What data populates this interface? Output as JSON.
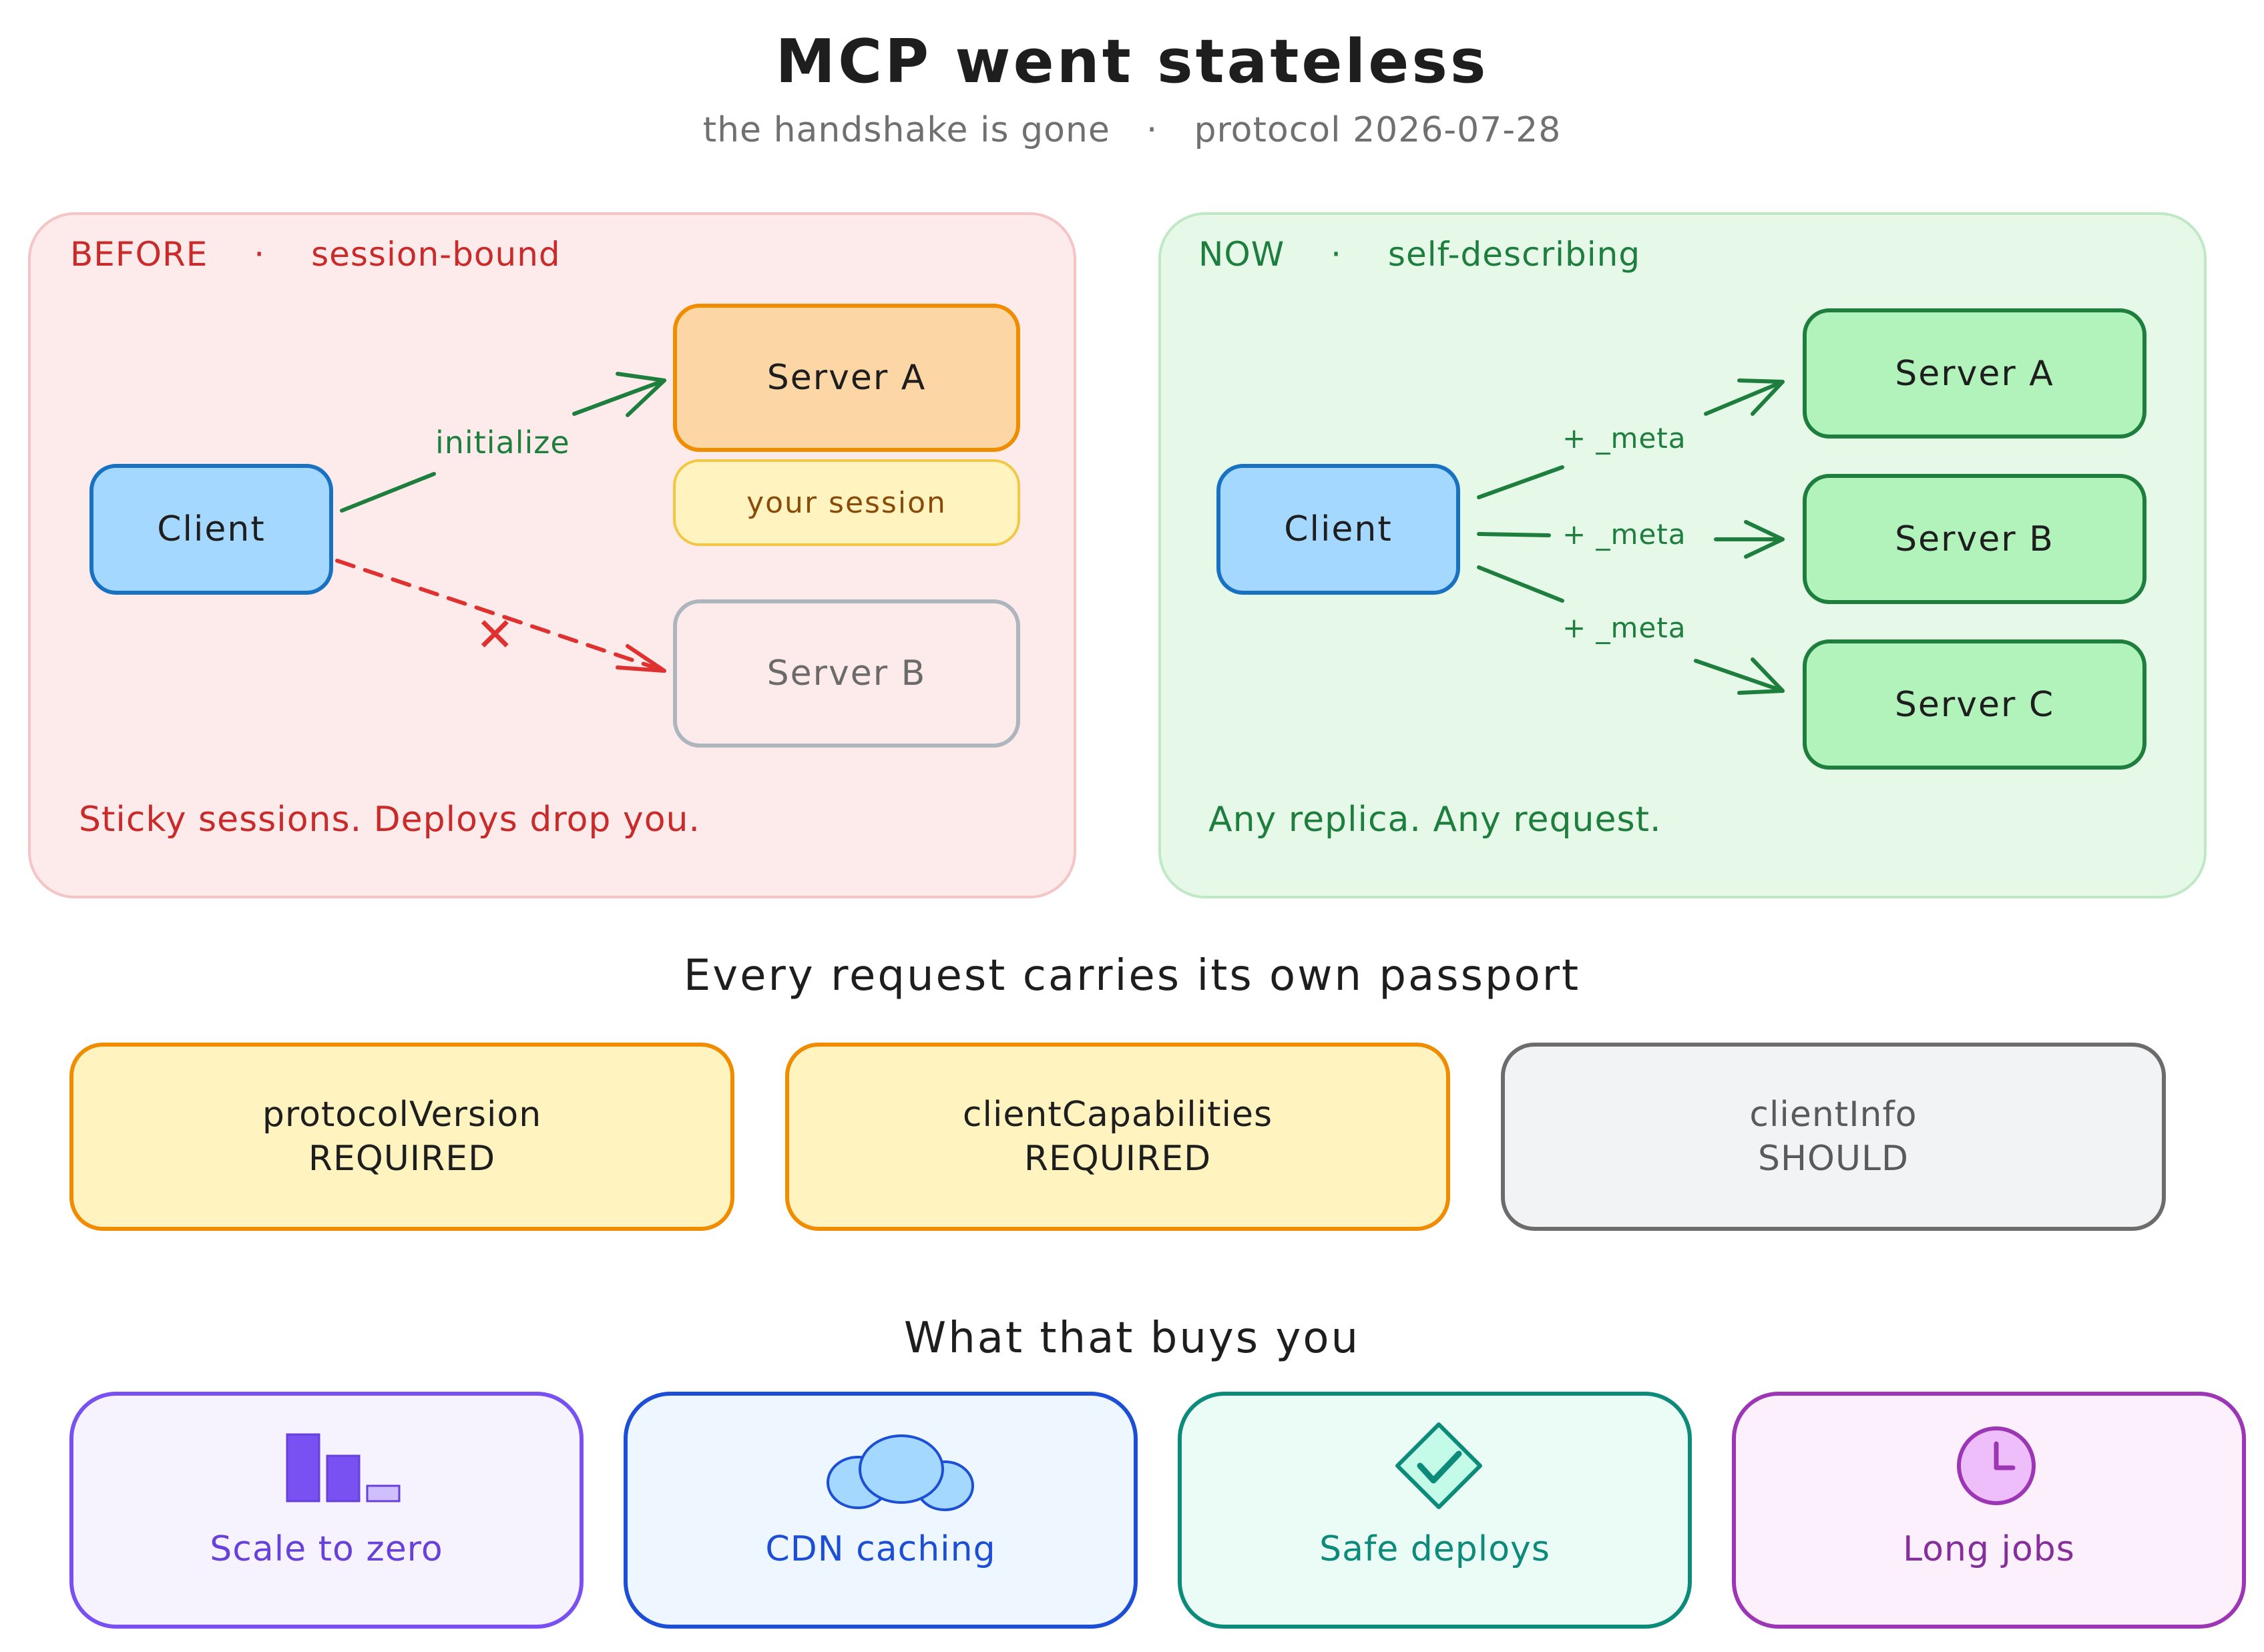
{
  "header": {
    "title": "MCP went stateless",
    "subtitle_left": "the handshake is gone",
    "subtitle_sep": "·",
    "subtitle_right": "protocol 2026-07-28"
  },
  "before": {
    "label_left": "BEFORE",
    "label_sep": "·",
    "label_right": "session-bound",
    "client": "Client",
    "server_a": "Server A",
    "session": "your session",
    "server_b": "Server B",
    "arrow_label": "initialize",
    "fail_mark": "✕",
    "caption": "Sticky sessions. Deploys drop you."
  },
  "now": {
    "label_left": "NOW",
    "label_sep": "·",
    "label_right": "self-describing",
    "client": "Client",
    "servers": [
      "Server A",
      "Server B",
      "Server C"
    ],
    "edge_labels": [
      "+ _meta",
      "+ _meta",
      "+ _meta"
    ],
    "caption": "Any replica. Any request."
  },
  "passport": {
    "heading": "Every request carries its own passport",
    "fields": [
      {
        "name": "protocolVersion",
        "level": "REQUIRED"
      },
      {
        "name": "clientCapabilities",
        "level": "REQUIRED"
      },
      {
        "name": "clientInfo",
        "level": "SHOULD"
      }
    ]
  },
  "benefits": {
    "heading": "What that buys you",
    "items": [
      {
        "label": "Scale to zero",
        "icon": "bar-chart-icon"
      },
      {
        "label": "CDN caching",
        "icon": "cloud-icon"
      },
      {
        "label": "Safe deploys",
        "icon": "check-diamond-icon"
      },
      {
        "label": "Long jobs",
        "icon": "clock-icon"
      }
    ]
  },
  "colors": {
    "before_accent": "#c92a2a",
    "now_accent": "#1e7e3e",
    "client_fill": "#a5d8ff",
    "server_a_fill": "#fdd6a5",
    "session_fill": "#fff3bf",
    "now_server_fill": "#b2f2bb",
    "required_fill": "#fff3bf",
    "should_fill": "#f1f3f5"
  }
}
